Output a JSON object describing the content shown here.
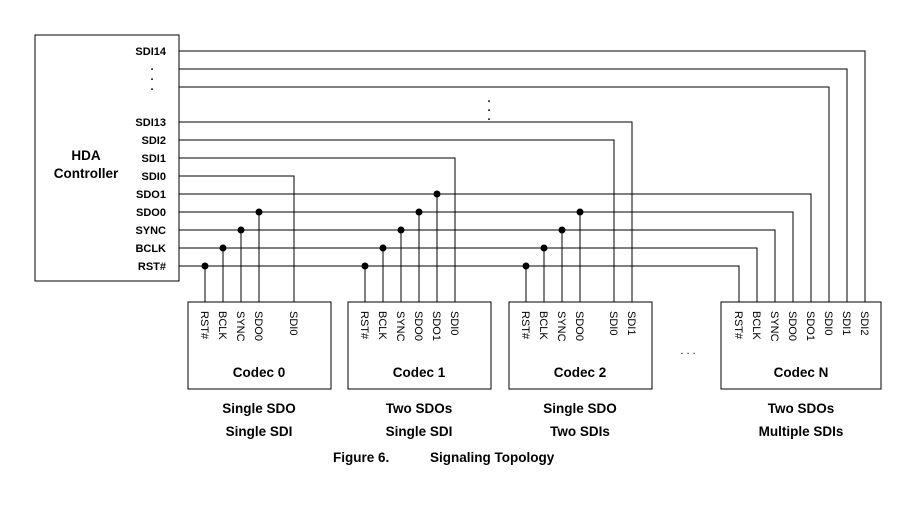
{
  "controller": {
    "title_line1": "HDA",
    "title_line2": "Controller",
    "signals": [
      "SDI14",
      "SDI13",
      "SDI2",
      "SDI1",
      "SDI0",
      "SDO1",
      "SDO0",
      "SYNC",
      "BCLK",
      "RST#"
    ],
    "ellipsis": "."
  },
  "codecs": [
    {
      "name": "Codec 0",
      "pins": [
        "RST#",
        "BCLK",
        "SYNC",
        "SDO0",
        "SDI0"
      ],
      "caption_line1": "Single SDO",
      "caption_line2": "Single SDI"
    },
    {
      "name": "Codec 1",
      "pins": [
        "RST#",
        "BCLK",
        "SYNC",
        "SDO0",
        "SDO1",
        "SDI0"
      ],
      "caption_line1": "Two SDOs",
      "caption_line2": "Single SDI"
    },
    {
      "name": "Codec 2",
      "pins": [
        "RST#",
        "BCLK",
        "SYNC",
        "SDO0",
        "SDI0",
        "SDI1"
      ],
      "caption_line1": "Single SDO",
      "caption_line2": "Two SDIs"
    },
    {
      "name": "Codec N",
      "pins": [
        "RST#",
        "BCLK",
        "SYNC",
        "SDO0",
        "SDO1",
        "SDI0",
        "SDI1",
        "SDI2"
      ],
      "caption_line1": "Two SDOs",
      "caption_line2": "Multiple SDIs"
    }
  ],
  "between_codecs_ellipsis": ". . .",
  "caption": {
    "figure": "Figure 6.",
    "title": "Signaling Topology"
  }
}
